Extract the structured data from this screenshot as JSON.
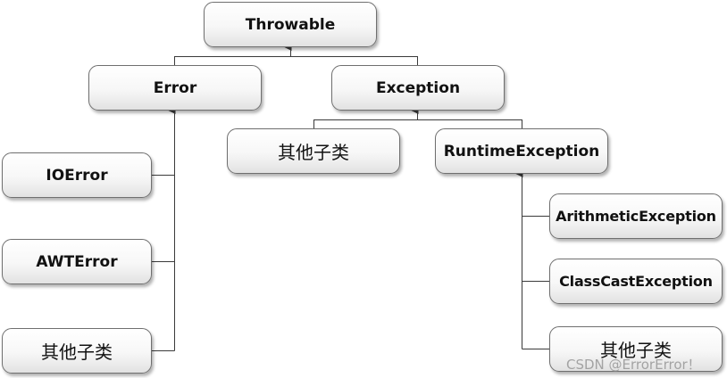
{
  "nodes": {
    "throwable": "Throwable",
    "error": "Error",
    "exception": "Exception",
    "ioerror": "IOError",
    "awterror": "AWTError",
    "error_other": "其他子类",
    "exception_other": "其他子类",
    "runtime": "RuntimeException",
    "arithmetic": "ArithmeticException",
    "classcast": "ClassCastException",
    "runtime_other": "其他子类"
  },
  "watermark": "CSDN @ErrorError！",
  "colors": {
    "line": "#3a3a3a",
    "border": "#6f6f6f",
    "box_fill_top": "#ffffff",
    "box_fill_bottom": "#e2e2e2"
  }
}
